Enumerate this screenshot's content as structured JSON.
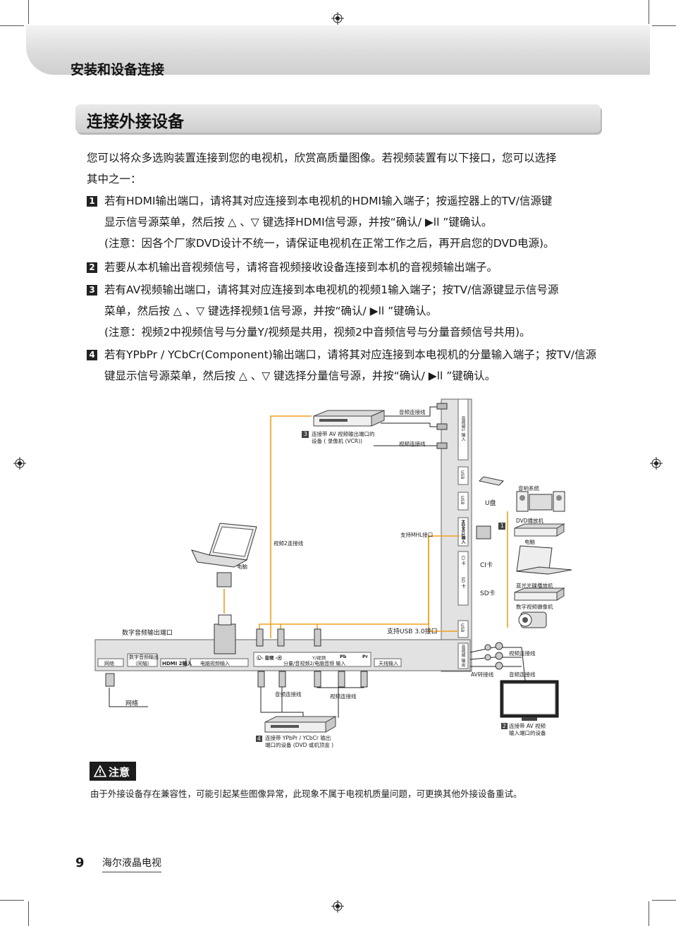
{
  "header": {
    "section": "安装和设备连接"
  },
  "title": "连接外接设备",
  "intro": [
    "您可以将众多选购装置连接到您的电视机，欣赏高质量图像。若视频装置有以下接口，您可以选择",
    "其中之一："
  ],
  "items": [
    {
      "num": "1",
      "lines": [
        "若有HDMI输出端口，请将其对应连接到本电视机的HDMI输入端子；按遥控器上的TV/信源键",
        "显示信号源菜单，然后按 △ 、▽ 键选择HDMI信号源，并按“确认/ ▶ll ”键确认。",
        " (注意：因各个厂家DVD设计不统一，请保证电视机在正常工作之后，再开启您的DVD电源)。"
      ]
    },
    {
      "num": "2",
      "lines": [
        "若要从本机输出音视频信号，请将音视频接收设备连接到本机的音视频输出端子。"
      ]
    },
    {
      "num": "3",
      "lines": [
        "若有AV视频输出端口，请将其对应连接到本电视机的视频1输入端子；按TV/信源键显示信号源",
        "菜单，然后按 △ 、▽ 键选择视频1信号源，并按“确认/ ▶ll ”键确认。",
        " (注意：视频2中视频信号与分量Y/视频是共用，视频2中音频信号与分量音频信号共用)。"
      ]
    },
    {
      "num": "4",
      "lines": [
        "若有YPbPr / YCbCr(Component)输出端口，请将其对应连接到本电视机的分量输入端子；按TV/信源",
        "键显示信号源菜单，然后按 △ 、▽ 键选择分量信号源，并按“确认/ ▶ll ”键确认。"
      ]
    }
  ],
  "diagram": {
    "audio_cable": "音频连接线",
    "video_cable": "视频连接线",
    "vcr_label": "连接带 AV 视频输出端口的",
    "vcr_label2": "设备 ( 录像机 (VCR))",
    "video2_cable": "视频2连接线",
    "pc": "电脑",
    "usb_disk": "U盘",
    "audio_system": "音响系统",
    "dvd_player": "DVD播放机",
    "computer": "电脑",
    "mhl_port": "支持MHL接口",
    "ci_card": "CI卡",
    "sd_card": "SD卡",
    "bluray": "蓝光光碟播放机",
    "camcorder": "数字视频摄像机",
    "digital_audio_out": "数字音频输出端口",
    "usb3": "支持USB 3.0接口",
    "network": "网络",
    "network_label": "网络",
    "coax_out": "数字音频输出",
    "coax_out2": "（同轴）",
    "hdmi2": "HDMI 2输入",
    "pc_in": "电脑视频输入",
    "comp_in": "分量/音视频2/电脑音频 输入",
    "antenna": "天线输入",
    "audio_lr": "Ⓛ- 音频 -Ⓡ",
    "y_video": "Y/视频",
    "pb": "Pb",
    "pr": "Pr",
    "av_cable": "AV转接线",
    "side_video_cable": "视频连接线",
    "side_audio_cable": "音频连接线",
    "av_device": "连接带 AV 视频",
    "av_device2": "输入端口的设备",
    "comp_device": "连接带 YPbPr / YCbCr 输出",
    "comp_device2": "端口的设备 (DVD 或机顶盒 )",
    "bottom_audio": "音频连接线",
    "bottom_video": "视频连接线",
    "side_usb": "USB",
    "side_hdmi1": "HDMI1输入",
    "side_ci": "CI 卡",
    "side_sd": "SD 卡",
    "side_av_out": "音视频 输出",
    "side_av_in": "音视频1 输入",
    "badge1": "1",
    "badge2": "2",
    "badge3": "3",
    "badge4": "4"
  },
  "caution": {
    "label": "注意",
    "text": "由于外接设备存在兼容性，可能引起某些图像异常，此现象不属于电视机质量问题，可更换其他外接设备重试。"
  },
  "footer": {
    "page": "9",
    "brand": "海尔液晶电视"
  }
}
